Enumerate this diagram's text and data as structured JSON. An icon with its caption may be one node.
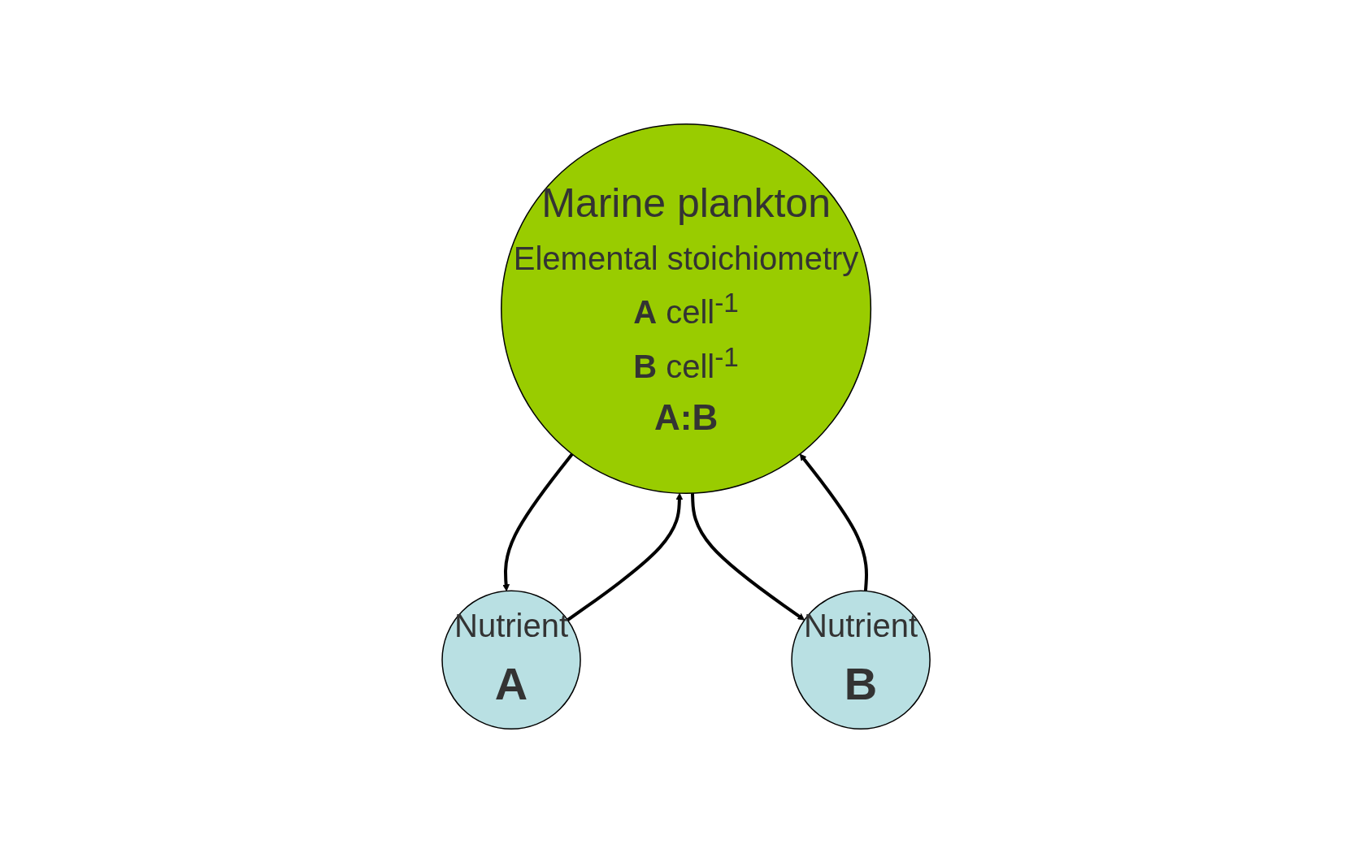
{
  "diagram": {
    "nodes": [
      {
        "text": [
          "Marine plankton",
          "Elemental stoichiometry",
          "**A** cell$^{-1}$",
          "**B** cell$^{-1}$",
          "A:B"
        ]
      },
      {
        "text": [
          "Nutrient",
          "A"
        ]
      },
      {
        "text": [
          "Nutrient",
          "B"
        ]
      }
    ],
    "edges": [
      {
        "from": 1,
        "to": 0,
        "arrow": "to"
      },
      {
        "from": 0,
        "to": 1,
        "arrow": "to"
      },
      {
        "from": 0,
        "to": 2,
        "arrow": "to"
      },
      {
        "from": 2,
        "to": 0,
        "arrow": "to"
      }
    ]
  }
}
